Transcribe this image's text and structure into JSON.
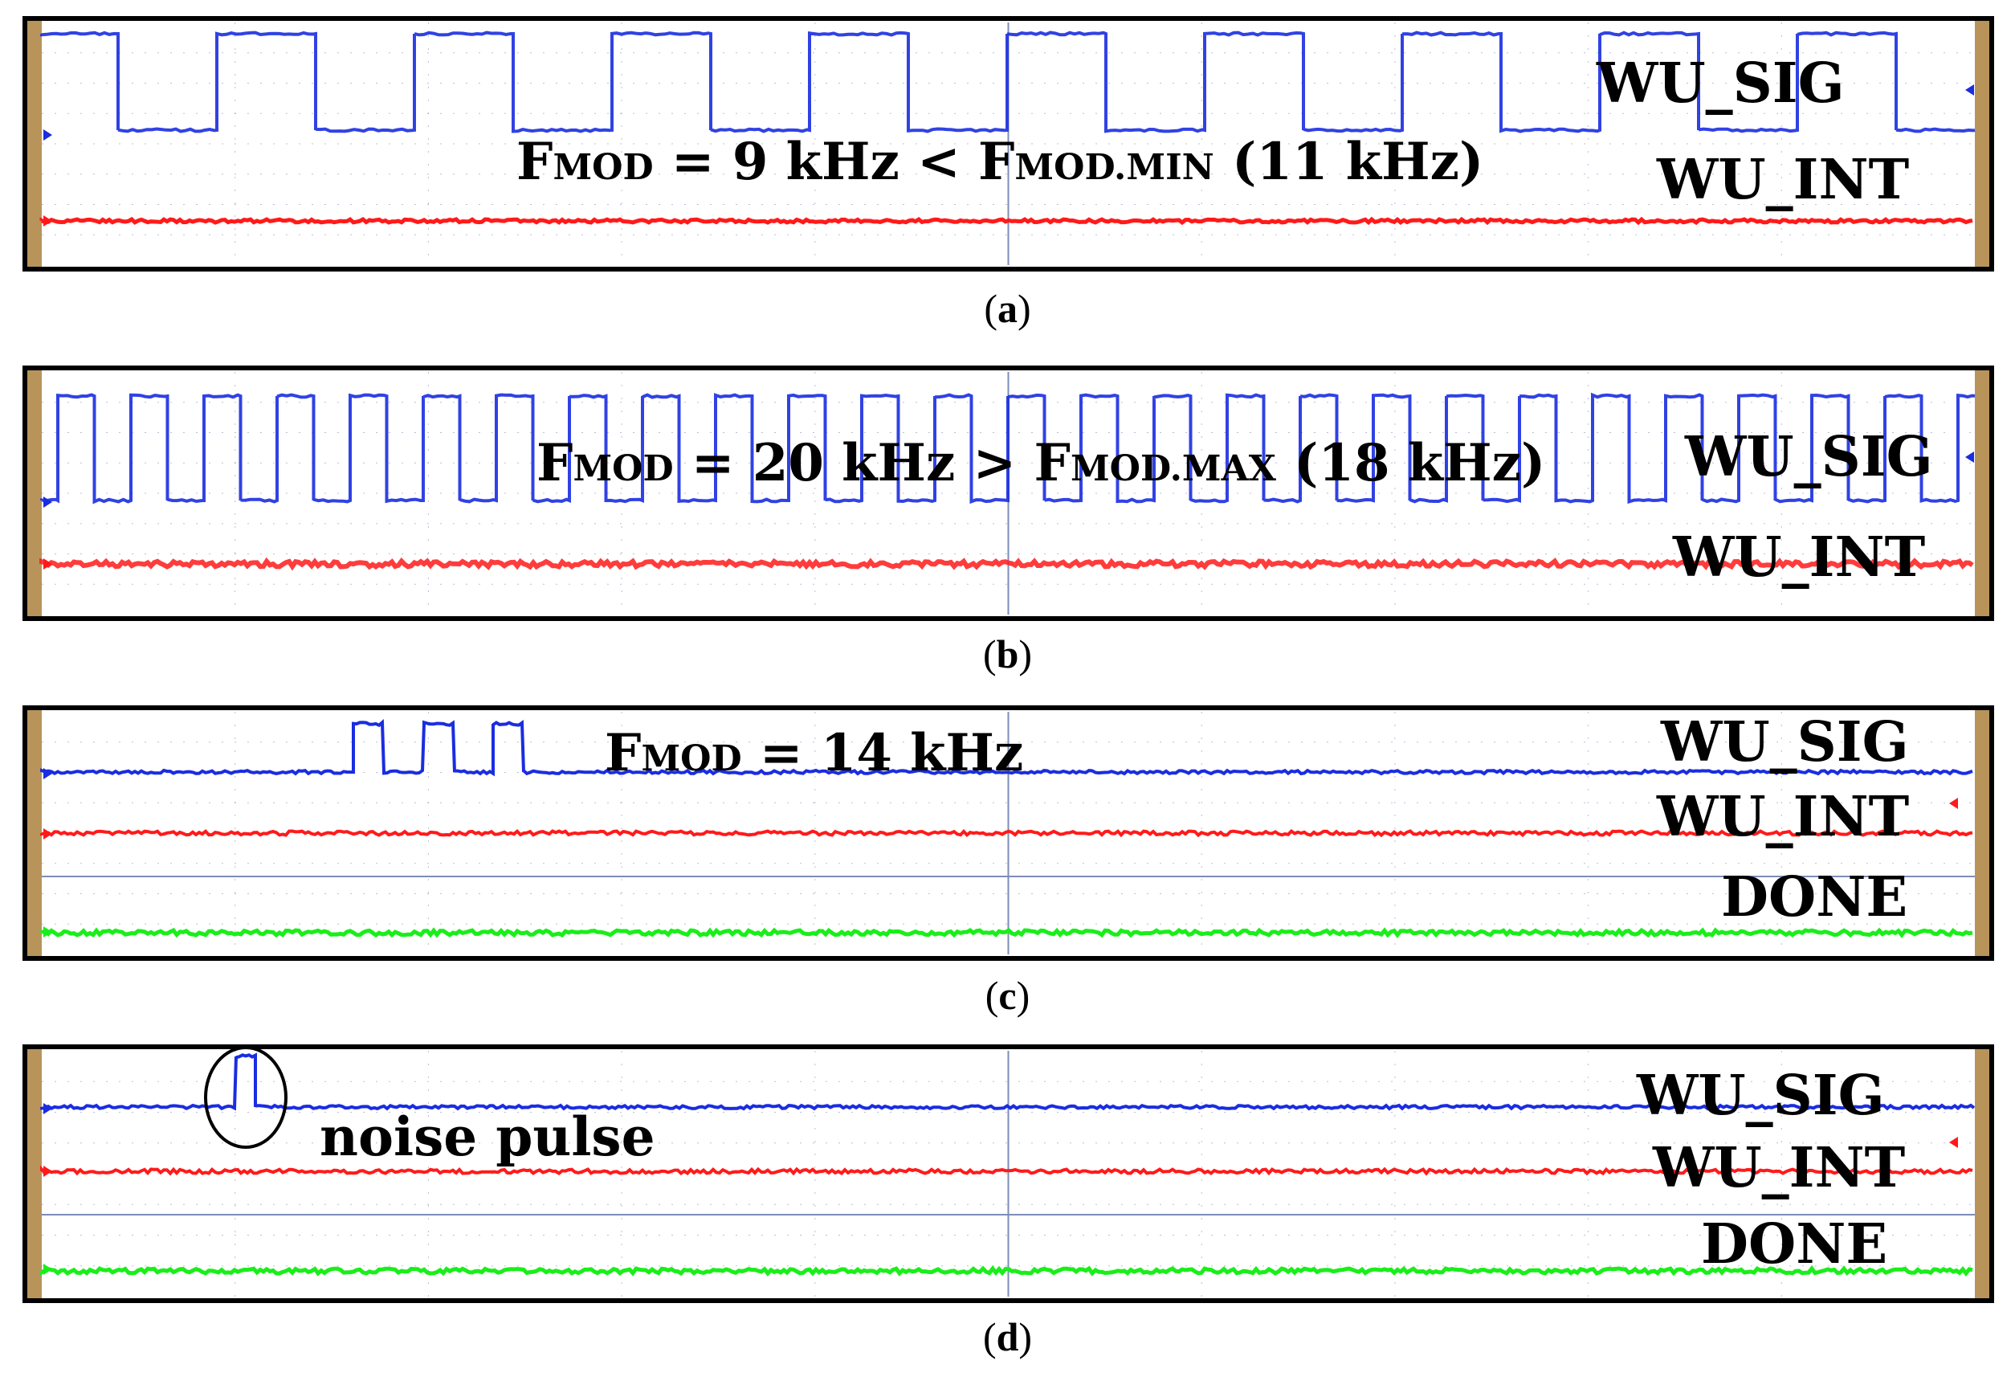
{
  "panels": [
    {
      "caption": "a",
      "annotation": {
        "main_a": "F",
        "sub_a": "MOD",
        "mid": " = 9 kHz < F",
        "sub_b": "MOD.MIN",
        "tail": " (11 kHz)"
      },
      "traces": [
        {
          "name": "WU_SIG",
          "color": "#1a2de0",
          "signal": "square",
          "frequency_khz": 9
        },
        {
          "name": "WU_INT",
          "color": "#ff1a1a",
          "signal": "flat-low"
        }
      ]
    },
    {
      "caption": "b",
      "annotation": {
        "main_a": "F",
        "sub_a": "MOD",
        "mid": " = 20 kHz > F",
        "sub_b": "MOD.MAX",
        "tail": " (18 kHz)"
      },
      "traces": [
        {
          "name": "WU_SIG",
          "color": "#1a2de0",
          "signal": "square",
          "frequency_khz": 20
        },
        {
          "name": "WU_INT",
          "color": "#ff1a1a",
          "signal": "flat-low"
        }
      ]
    },
    {
      "caption": "c",
      "annotation": {
        "main_a": "F",
        "sub_a": "MOD",
        "mid": " = 14 kHz",
        "sub_b": "",
        "tail": ""
      },
      "traces": [
        {
          "name": "WU_SIG",
          "color": "#1a2de0",
          "signal": "burst",
          "pulses": 3,
          "frequency_khz": 14
        },
        {
          "name": "WU_INT",
          "color": "#ff1a1a",
          "signal": "flat-low"
        },
        {
          "name": "DONE",
          "color": "#1aee1a",
          "signal": "flat-low"
        }
      ]
    },
    {
      "caption": "d",
      "annotation": {
        "note": "noise pulse"
      },
      "traces": [
        {
          "name": "WU_SIG",
          "color": "#1a2de0",
          "signal": "noise-pulse",
          "pulses": 1
        },
        {
          "name": "WU_INT",
          "color": "#ff1a1a",
          "signal": "flat-low"
        },
        {
          "name": "DONE",
          "color": "#1aee1a",
          "signal": "flat-low"
        }
      ]
    }
  ],
  "colors": {
    "frame": "#000000",
    "bezel": "#b8945a",
    "grid": "#9aa6c8"
  }
}
